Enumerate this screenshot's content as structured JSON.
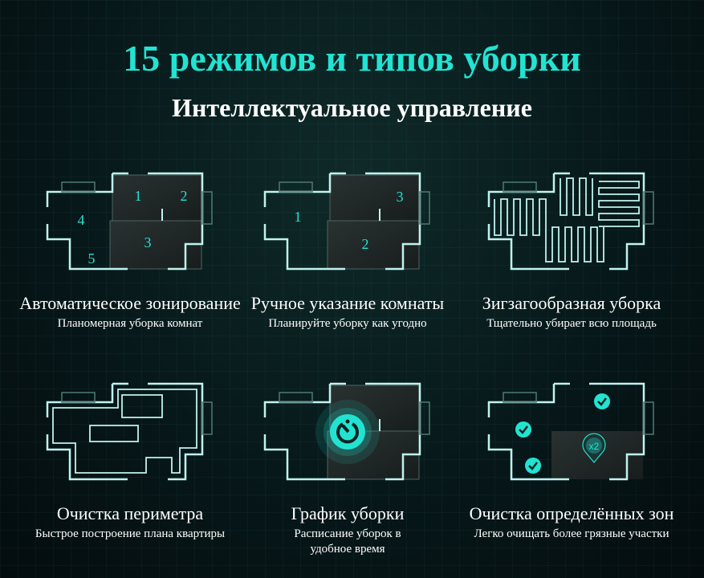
{
  "header": {
    "title": "15 режимов и типов уборки",
    "subtitle": "Интеллектуальное управление"
  },
  "modes": [
    {
      "title": "Автоматическое зонирование",
      "subtitle": "Планомерная уборка комнат",
      "room_labels": [
        "1",
        "2",
        "3",
        "4",
        "5"
      ]
    },
    {
      "title": "Ручное указание комнаты",
      "subtitle": "Планируйте уборку как угодно",
      "room_labels": [
        "1",
        "2",
        "3"
      ]
    },
    {
      "title": "Зигзагообразная уборка",
      "subtitle": "Тщательно убирает всю площадь"
    },
    {
      "title": "Очистка периметра",
      "subtitle": "Быстрое построение плана квартиры"
    },
    {
      "title": "График уборки",
      "subtitle": "Расписание уборок в удобное время"
    },
    {
      "title": "Очистка определённых зон",
      "subtitle": "Легко очищать более грязные участки",
      "badge": "x2"
    }
  ],
  "colors": {
    "accent": "#22e3d2",
    "wall": "#bff3ef"
  }
}
